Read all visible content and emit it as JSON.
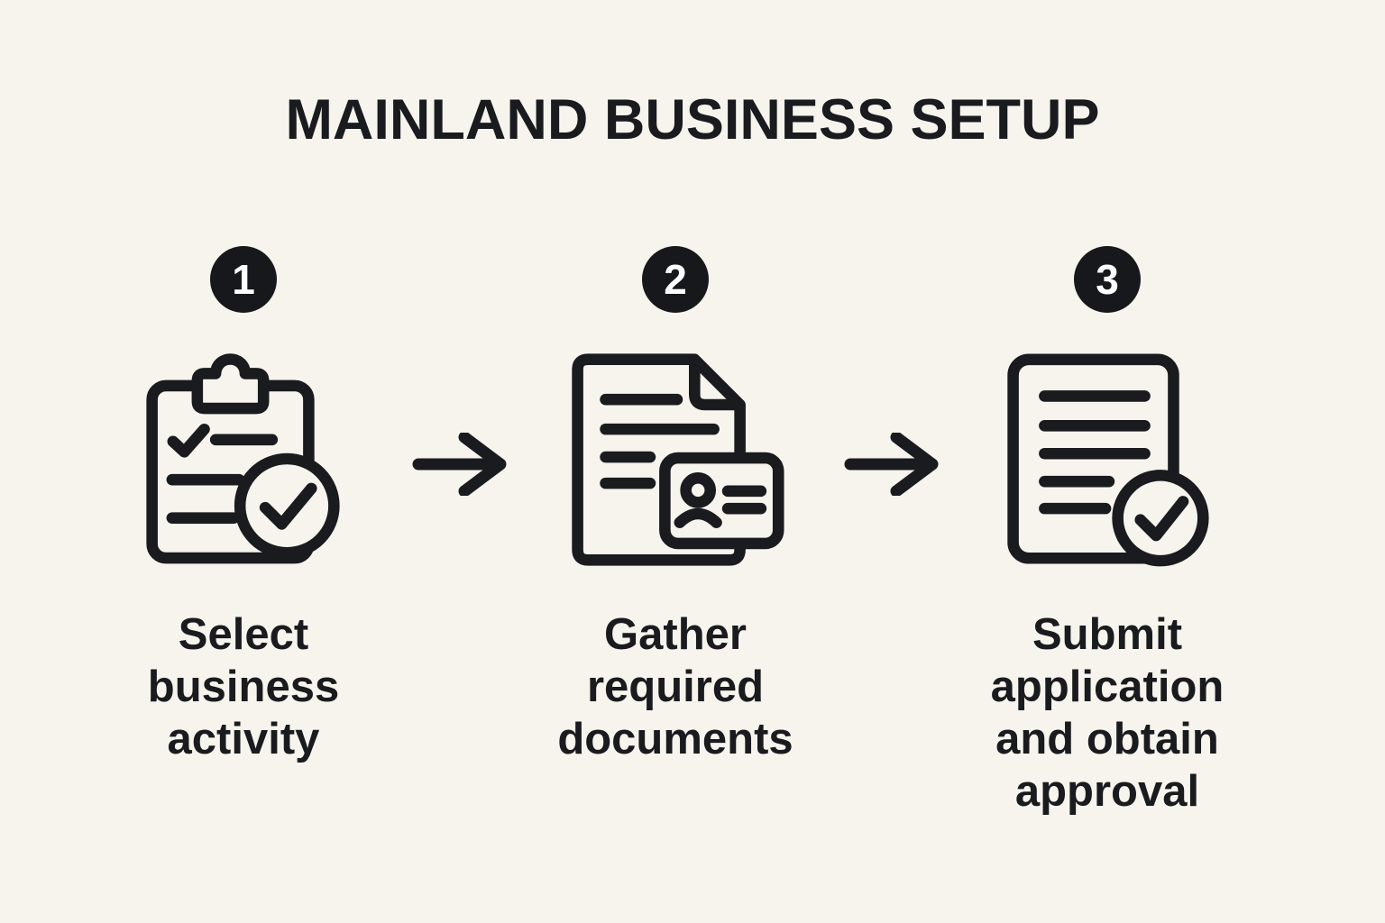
{
  "title": "MAINLAND BUSINESS SETUP",
  "colors": {
    "background": "#f7f4ee",
    "ink": "#1a1b1e",
    "badge_bg": "#17181b",
    "badge_text": "#ffffff"
  },
  "steps": [
    {
      "number": "1",
      "label": "Select business activity",
      "label_lines": [
        "Select",
        "business",
        "activity"
      ],
      "icon": "clipboard-checklist-icon"
    },
    {
      "number": "2",
      "label": "Gather required documents",
      "label_lines": [
        "Gather",
        "required",
        "documents"
      ],
      "icon": "document-id-card-icon"
    },
    {
      "number": "3",
      "label": "Submit application and obtain approval",
      "label_lines": [
        "Submit",
        "application",
        "and obtain",
        "approval"
      ],
      "icon": "document-approved-icon"
    }
  ],
  "arrow": "arrow-right-icon"
}
